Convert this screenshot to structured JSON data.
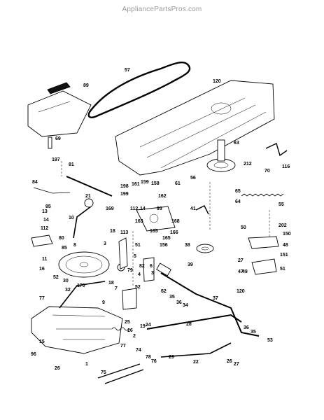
{
  "watermark": "AppliancePartsPros.com",
  "callouts": [
    "57",
    "120",
    "89",
    "69",
    "197",
    "81",
    "84",
    "85",
    "13",
    "14",
    "112",
    "80",
    "85",
    "11",
    "10",
    "21",
    "8",
    "3",
    "79",
    "16",
    "52",
    "30",
    "32",
    "170",
    "77",
    "15",
    "96",
    "26",
    "75",
    "198",
    "161",
    "159",
    "158",
    "162",
    "199",
    "112",
    "169",
    "14",
    "93",
    "163",
    "165",
    "166",
    "168",
    "156",
    "18",
    "113",
    "51",
    "5",
    "82",
    "4",
    "6",
    "3",
    "52",
    "9",
    "18",
    "7",
    "25",
    "26",
    "2",
    "77",
    "74",
    "78",
    "76",
    "1",
    "24",
    "19",
    "62",
    "35",
    "36",
    "34",
    "37",
    "28",
    "29",
    "22",
    "26",
    "27",
    "36",
    "35",
    "53",
    "63",
    "212",
    "70",
    "116",
    "61",
    "56",
    "65",
    "64",
    "55",
    "41",
    "38",
    "39",
    "50",
    "202",
    "150",
    "27",
    "48",
    "151",
    "47",
    "49",
    "51",
    "120",
    "165"
  ]
}
